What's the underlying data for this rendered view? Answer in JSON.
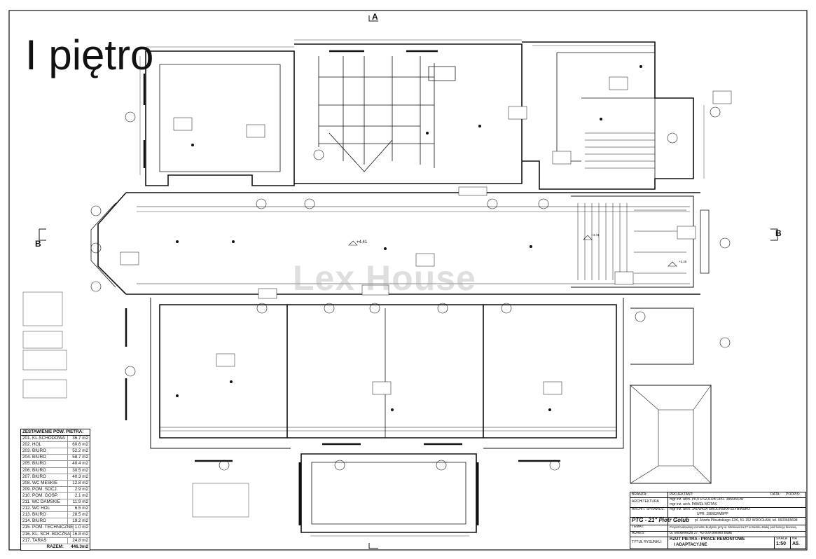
{
  "floor_title": "I piętro",
  "watermark": "Lex House",
  "section_markers": {
    "a_top": "A",
    "b_left": "B",
    "b_right": "B"
  },
  "levels": [
    "+4.41",
    "+4.41",
    "+2.25"
  ],
  "summary": {
    "header": "ZESTAWIENIE POW. PIETRA:",
    "rooms": [
      {
        "name": "201. KL.SCHODOWA",
        "area": "36.7 m2"
      },
      {
        "name": "202. HOL",
        "area": "60.6 m2"
      },
      {
        "name": "203. BIURO",
        "area": "52.2 m2"
      },
      {
        "name": "204. BIURO",
        "area": "58.7 m2"
      },
      {
        "name": "205. BIURO",
        "area": "40.4 m2"
      },
      {
        "name": "206. BIURO",
        "area": "30.5 m2"
      },
      {
        "name": "207. BIURO",
        "area": "40.3 m2"
      },
      {
        "name": "208. WC MESKIE",
        "area": "12.8 m2"
      },
      {
        "name": "209. POM. SOCJ.",
        "area": "2.9 m2"
      },
      {
        "name": "210. POM. GOSP.",
        "area": "2.1 m2"
      },
      {
        "name": "211. WC DAMSKIE",
        "area": "11.9 m2"
      },
      {
        "name": "212. WC HOL",
        "area": "6.5 m2"
      },
      {
        "name": "213. BIURO",
        "area": "28.5 m2"
      },
      {
        "name": "214. BIURO",
        "area": "19.2 m2"
      },
      {
        "name": "215. POM. TECHNICZNE",
        "area": "1.0 m2"
      },
      {
        "name": "216. KL. SCH. BOCZNA",
        "area": "16.8 m2"
      },
      {
        "name": "217. TARAS",
        "area": "24.8 m2"
      }
    ],
    "total_label": "RAZEM:",
    "total_value": "446.3m2"
  },
  "title_block": {
    "branza_label": "BRANŻA:",
    "projektant_label": "PROJEKTANT:",
    "data_label": "DATA:",
    "podpis_label": "PODPIS:",
    "architektura": "ARCHITEKTURA",
    "projektant_1": "mgr inż. arch. PIOTR GOLUB  UPR. 385/95/UW",
    "projektant_2": "mgr inż. arch. PAWEŁ MOTAS",
    "sprawdz_label": "ARCHIT. SPRAWDZ.",
    "sprawdz_1": "mgr inż. arch. JADWIGA SMOLIŃSKA-SZYBIŃSKO",
    "sprawdz_2": "UPR. 298/83/WBPP",
    "firm": "PTG - 21\" Piotr Golub",
    "firm_address": "pl. Józefa Piłsudskiego 12/6, 51-152 WROCŁAW, tel. 0603665698",
    "temat_label": "TEMAT:",
    "temat": "Projekt budowlany remontu budynku przy ul. Mickiewicza 27 w Bielsku-Białej pod funkcję biurową.",
    "adres_label": "ADRES:",
    "adres": "ul. Mickiewicza 27, 43-300 Bielsko Biała",
    "tytul_label": "TYTUŁ RYSUNKU:",
    "tytul_1": "RZUT PIETRA - PRACE REMONTOWE",
    "tytul_2": "I ADAPTACYJNE",
    "skala_label": "SKALA",
    "skala": "1:50",
    "nr_label": "NR",
    "nr": "A5."
  }
}
